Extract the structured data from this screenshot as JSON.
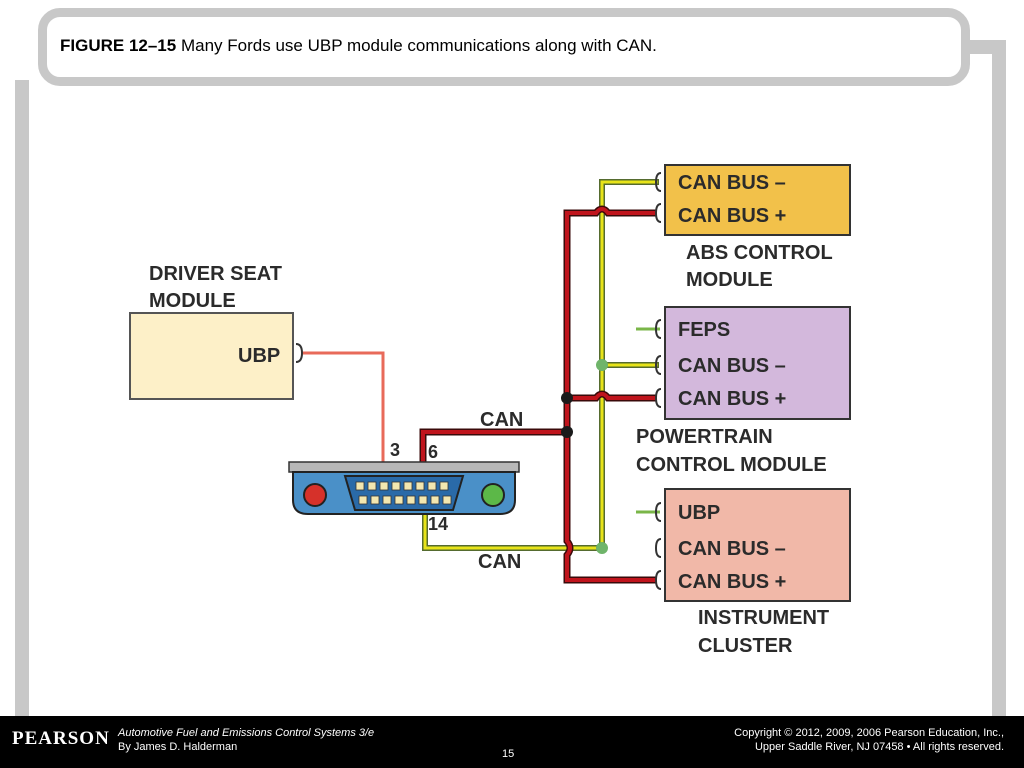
{
  "slide": {
    "figure_label": "FIGURE 12–15",
    "caption": "Many Fords use UBP module communications along with CAN."
  },
  "diagram": {
    "driver_seat": {
      "title_line1": "DRIVER SEAT",
      "title_line2": "MODULE",
      "pin": "UBP"
    },
    "abs": {
      "pin1": "CAN BUS –",
      "pin2": "CAN BUS +",
      "title_line1": "ABS CONTROL",
      "title_line2": "MODULE"
    },
    "pcm": {
      "pin1": "FEPS",
      "pin2": "CAN BUS –",
      "pin3": "CAN BUS +",
      "title_line1": "POWERTRAIN",
      "title_line2": "CONTROL MODULE"
    },
    "cluster": {
      "pin1": "UBP",
      "pin2": "CAN BUS –",
      "pin3": "CAN BUS +",
      "title_line1": "INSTRUMENT",
      "title_line2": "CLUSTER"
    },
    "connector": {
      "pin3": "3",
      "pin6": "6",
      "pin14": "14",
      "can_top": "CAN",
      "can_bottom": "CAN"
    },
    "colors": {
      "can_high": "#c0141c",
      "can_low": "#e8e41a",
      "ubp": "#e86a5a",
      "abs_fill": "#f2c14a",
      "pcm_fill": "#d3b8dc",
      "cluster_fill": "#f1b8a8",
      "seat_fill": "#fdf0c8"
    }
  },
  "footer": {
    "logo": "PEARSON",
    "book_title": "Automotive Fuel and Emissions Control Systems 3/e",
    "author": "By James D. Halderman",
    "page_number": "15",
    "copyright_line1": "Copyright © 2012, 2009, 2006 Pearson Education, Inc.,",
    "copyright_line2": "Upper Saddle River, NJ 07458 • All rights reserved."
  }
}
